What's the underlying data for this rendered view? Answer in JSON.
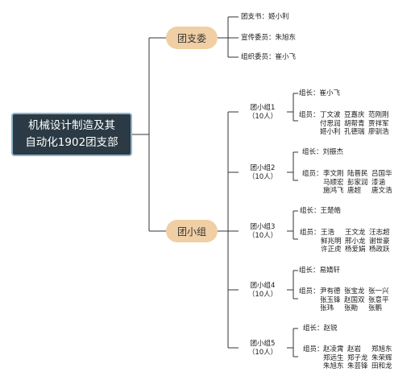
{
  "root": {
    "line1": "机械设计制造及其",
    "line2": "自动化1902团支部"
  },
  "committee": {
    "label": "团支委",
    "members": [
      "团支书：姬小利",
      "宣传委员：朱旭东",
      "组织委员：崔小飞"
    ]
  },
  "groups_branch": {
    "label": "团小组"
  },
  "leader_label": "组长：",
  "members_label": "组员：",
  "groups": [
    {
      "name": "团小组1",
      "count": "（10人）",
      "leader": "崔小飞",
      "members": [
        [
          "丁文波",
          "豆嘉庆",
          "范刚刚"
        ],
        [
          "付思润",
          "胡帮青",
          "贾祥军"
        ],
        [
          "姬小利",
          "孔德瑞",
          "廖驯浩"
        ]
      ]
    },
    {
      "name": "团小组2",
      "count": "（10人）",
      "leader": "刘振杰",
      "members": [
        [
          "李文刚",
          "陆晋民",
          "吕国华"
        ],
        [
          "马顺宏",
          "彭家润",
          "漆涵"
        ],
        [
          "施鸿飞",
          "唐超",
          "唐文浩"
        ]
      ]
    },
    {
      "name": "团小组3",
      "count": "（10人）",
      "leader": "王楚皓",
      "members": [
        [
          "王浩",
          "王文龙",
          "汪志超"
        ],
        [
          "鲜兆明",
          "邢小龙",
          "谢世豪"
        ],
        [
          "许正虎",
          "杨爱娟",
          "杨政跃"
        ]
      ]
    },
    {
      "name": "团小组4",
      "count": "（10人）",
      "leader": "易婧轩",
      "members": [
        [
          "尹有德",
          "张宝龙",
          "张一兴"
        ],
        [
          "张玉锋",
          "赵国双",
          "张意平"
        ],
        [
          "张玮",
          "张勛",
          "张鹏"
        ]
      ]
    },
    {
      "name": "团小组5",
      "count": "（10人）",
      "leader": "赵锐",
      "members": [
        [
          "赵凌霄",
          "赵岩",
          "郑旭东"
        ],
        [
          "郑远生",
          "郑子龙",
          "朱荣辉"
        ],
        [
          "朱旭东",
          "朱芸锋",
          "田和龙"
        ]
      ]
    }
  ]
}
